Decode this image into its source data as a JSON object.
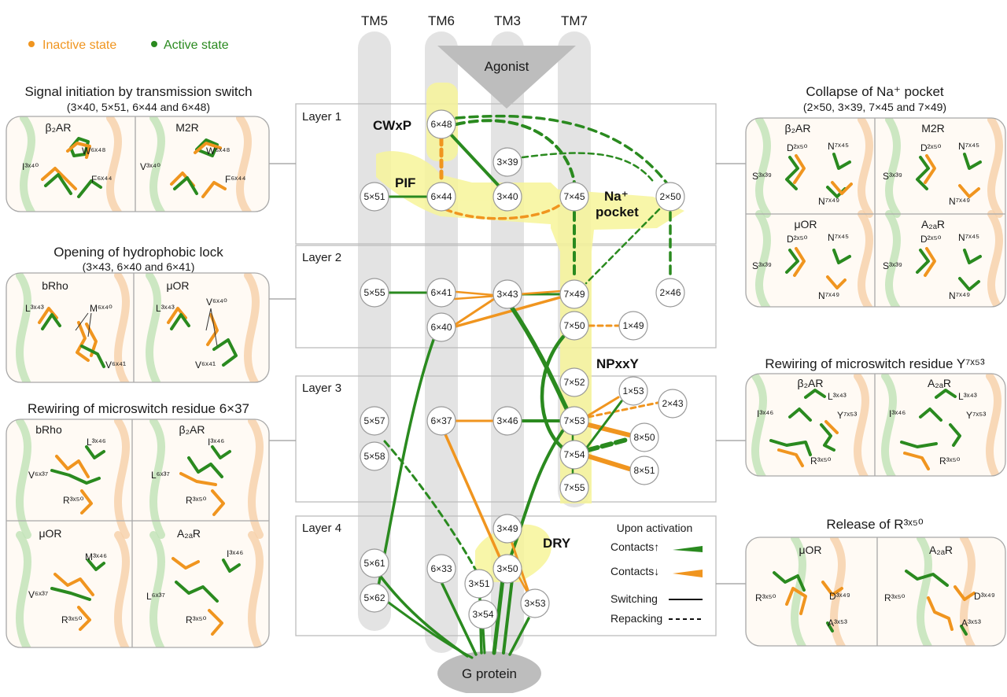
{
  "legend": {
    "inactive": "Inactive state",
    "active": "Active state",
    "inactive_color": "#f0951f",
    "active_color": "#2a8a1f"
  },
  "tm_labels": [
    "TM5",
    "TM6",
    "TM3",
    "TM7"
  ],
  "agonist": "Agonist",
  "g_protein": "G protein",
  "layers": [
    "Layer 1",
    "Layer 2",
    "Layer 3",
    "Layer 4"
  ],
  "motifs": {
    "cwxp": "CWxP",
    "pif": "PIF",
    "na_pocket_1": "Na⁺",
    "na_pocket_2": "pocket",
    "npxxy": "NPxxY",
    "dry": "DRY"
  },
  "nodes": {
    "n6x48": "6×48",
    "n3x39": "3×39",
    "n5x51": "5×51",
    "n6x44": "6×44",
    "n3x40": "3×40",
    "n7x45": "7×45",
    "n2x50": "2×50",
    "n5x55": "5×55",
    "n6x41": "6×41",
    "n3x43": "3×43",
    "n7x49": "7×49",
    "n2x46": "2×46",
    "n6x40": "6×40",
    "n7x50": "7×50",
    "n1x49": "1×49",
    "n7x52": "7×52",
    "n1x53": "1×53",
    "n2x43": "2×43",
    "n5x57": "5×57",
    "n5x58": "5×58",
    "n6x37": "6×37",
    "n3x46": "3×46",
    "n7x53": "7×53",
    "n8x50": "8×50",
    "n7x54": "7×54",
    "n8x51": "8×51",
    "n7x55": "7×55",
    "n3x49": "3×49",
    "n5x61": "5×61",
    "n6x33": "6×33",
    "n3x50": "3×50",
    "n5x62": "5×62",
    "n3x51": "3×51",
    "n3x53": "3×53",
    "n3x54": "3×54"
  },
  "upon_activation": {
    "title": "Upon activation",
    "contacts_up": "Contacts↑",
    "contacts_down": "Contacts↓",
    "switching": "Switching",
    "repacking": "Repacking"
  },
  "panels_left": [
    {
      "title": "Signal initiation by transmission switch",
      "subtitle": "(3×40, 5×51, 6×44 and 6×48)",
      "cells": [
        {
          "name": "β₂AR",
          "residues": [
            "W⁶ˣ⁴⁸",
            "I³ˣ⁴⁰",
            "F⁶ˣ⁴⁴"
          ]
        },
        {
          "name": "M2R",
          "residues": [
            "W⁶ˣ⁴⁸",
            "V³ˣ⁴⁰",
            "F⁶ˣ⁴⁴"
          ]
        }
      ]
    },
    {
      "title": "Opening of hydrophobic lock",
      "subtitle": "(3×43, 6×40 and 6×41)",
      "cells": [
        {
          "name": "bRho",
          "residues": [
            "L³ˣ⁴³",
            "M⁶ˣ⁴⁰",
            "V⁶ˣ⁴¹"
          ]
        },
        {
          "name": "μOR",
          "residues": [
            "L³ˣ⁴³",
            "V⁶ˣ⁴⁰",
            "V⁶ˣ⁴¹"
          ]
        }
      ]
    },
    {
      "title": "Rewiring of microswitch residue 6×37",
      "subtitle": "",
      "cells": [
        {
          "name": "bRho",
          "residues": [
            "L³ˣ⁴⁶",
            "V⁶ˣ³⁷",
            "R³ˣ⁵⁰"
          ]
        },
        {
          "name": "β₂AR",
          "residues": [
            "I³ˣ⁴⁶",
            "L⁶ˣ³⁷",
            "R³ˣ⁵⁰"
          ]
        },
        {
          "name": "μOR",
          "residues": [
            "M³ˣ⁴⁶",
            "V⁶ˣ³⁷",
            "R³ˣ⁵⁰"
          ]
        },
        {
          "name": "A₂ₐR",
          "residues": [
            "I³ˣ⁴⁶",
            "L⁶ˣ³⁷",
            "R³ˣ⁵⁰"
          ]
        }
      ]
    }
  ],
  "panels_right": [
    {
      "title": "Collapse of Na⁺ pocket",
      "subtitle": "(2×50, 3×39, 7×45 and 7×49)",
      "cells": [
        {
          "name": "β₂AR",
          "residues": [
            "D²ˣ⁵⁰",
            "N⁷ˣ⁴⁵",
            "S³ˣ³⁹",
            "N⁷ˣ⁴⁹"
          ]
        },
        {
          "name": "M2R",
          "residues": [
            "D²ˣ⁵⁰",
            "N⁷ˣ⁴⁵",
            "S³ˣ³⁹",
            "N⁷ˣ⁴⁹"
          ]
        },
        {
          "name": "μOR",
          "residues": [
            "D²ˣ⁵⁰",
            "N⁷ˣ⁴⁵",
            "S³ˣ³⁹",
            "N⁷ˣ⁴⁹"
          ]
        },
        {
          "name": "A₂ₐR",
          "residues": [
            "D²ˣ⁵⁰",
            "N⁷ˣ⁴⁵",
            "S³ˣ³⁹",
            "N⁷ˣ⁴⁹"
          ]
        }
      ]
    },
    {
      "title": "Rewiring of microswitch residue Y⁷ˣ⁵³",
      "subtitle": "",
      "cells": [
        {
          "name": "β₂AR",
          "residues": [
            "L³ˣ⁴³",
            "I³ˣ⁴⁶",
            "Y⁷ˣ⁵³",
            "R³ˣ⁵⁰"
          ]
        },
        {
          "name": "A₂ₐR",
          "residues": [
            "L³ˣ⁴³",
            "I³ˣ⁴⁶",
            "Y⁷ˣ⁵³",
            "R³ˣ⁵⁰"
          ]
        }
      ]
    },
    {
      "title": "Release of R³ˣ⁵⁰",
      "subtitle": "",
      "cells": [
        {
          "name": "μOR",
          "residues": [
            "R³ˣ⁵⁰",
            "D³ˣ⁴⁹",
            "A³ˣ⁵³"
          ]
        },
        {
          "name": "A₂ₐR",
          "residues": [
            "R³ˣ⁵⁰",
            "D³ˣ⁴⁹",
            "A³ˣ⁵³"
          ]
        }
      ]
    }
  ]
}
